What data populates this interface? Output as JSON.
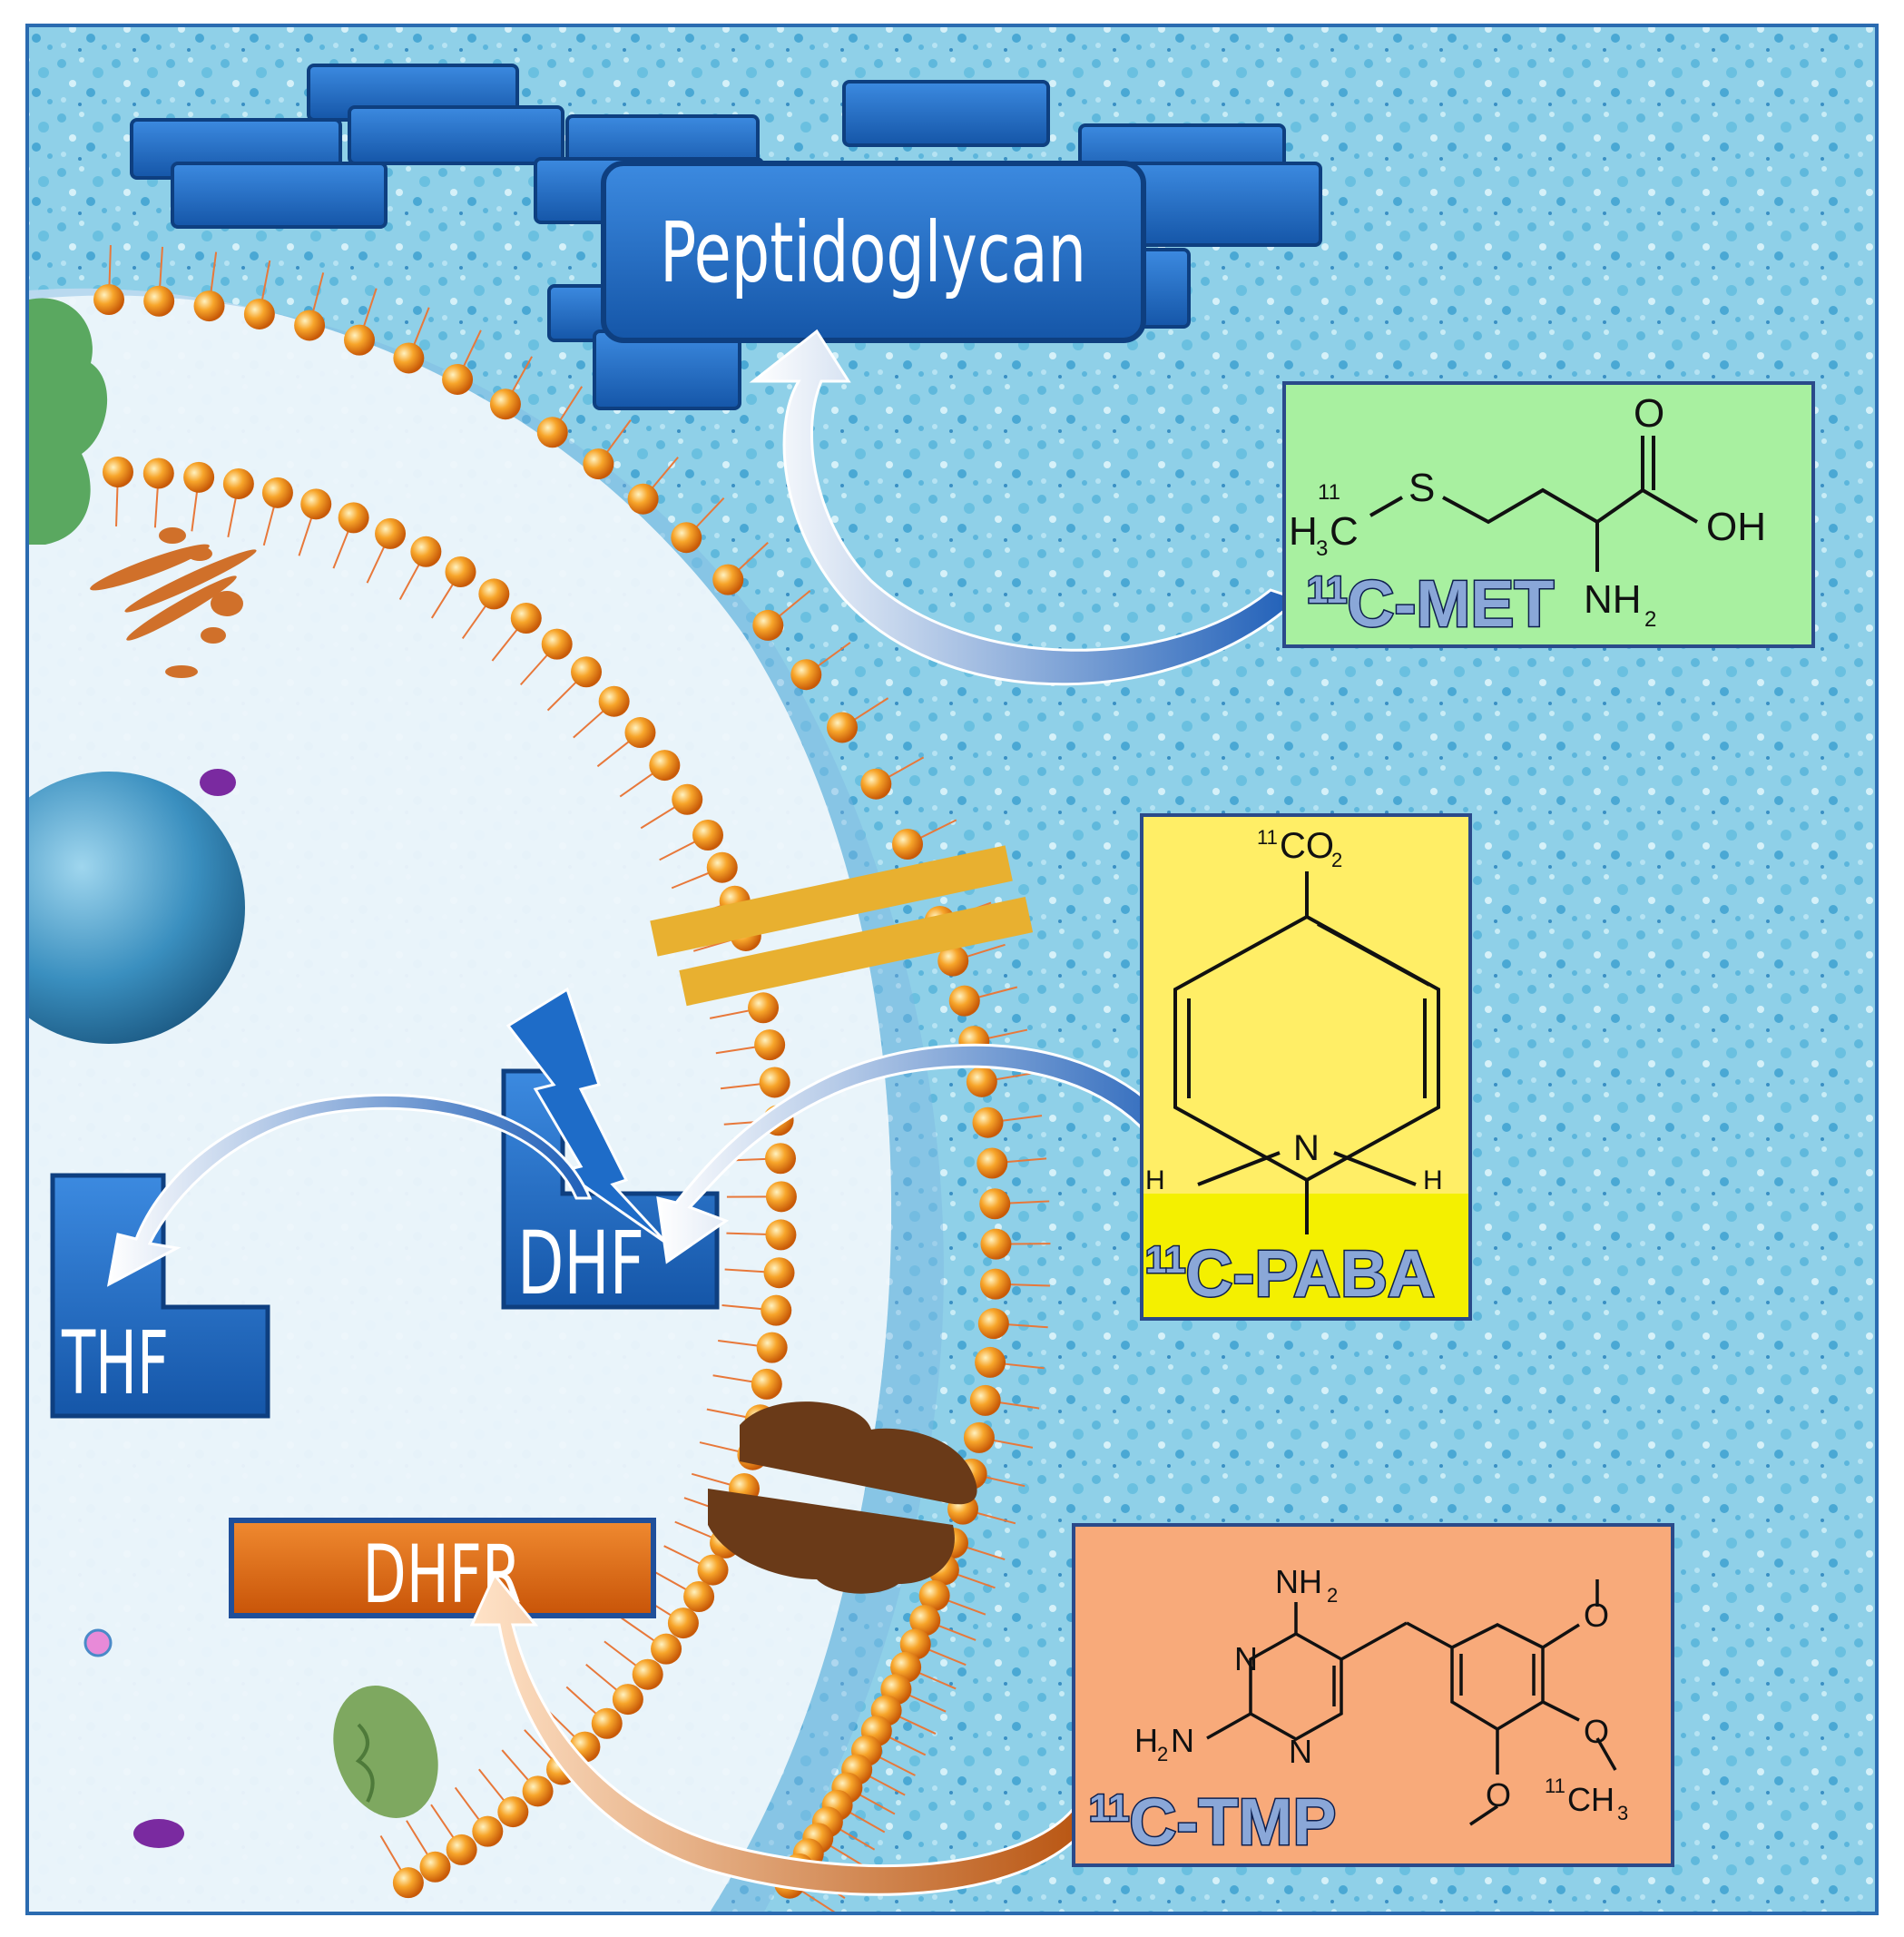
{
  "diagram": {
    "labels": {
      "peptidoglycan": "Peptidoglycan",
      "dhf": "DHF",
      "thf": "THF",
      "dhfr": "DHFR"
    },
    "tracers": {
      "met": {
        "name_sup": "11",
        "name_main": "C-MET",
        "color": "#a8f0a0",
        "structure_text": {
          "h3c_sup": "11",
          "h": "H",
          "h_sub": "3",
          "c": "C",
          "s": "S",
          "o": "O",
          "oh": "OH",
          "nh2": "NH",
          "nh2_sub": "2"
        }
      },
      "paba": {
        "name_sup": "11",
        "name_main": "C-PABA",
        "color": "#ffee66",
        "structure_text": {
          "co2_sup": "11",
          "co2": "CO",
          "co2_sub": "2",
          "n": "N",
          "h_left": "H",
          "h_right": "H"
        }
      },
      "tmp": {
        "name_sup": "11",
        "name_main": "C-TMP",
        "color": "#f8aa7a",
        "structure_text": {
          "nh2_top": "NH",
          "nh2_top_sub": "2",
          "n1": "N",
          "n2": "N",
          "h2n": "H",
          "h2n_sub": "2",
          "h2n_n": "N",
          "o1": "O",
          "o2": "O",
          "o3": "O",
          "ch3_sup": "11",
          "ch3": "CH",
          "ch3_sub": "3"
        }
      }
    },
    "colors": {
      "background": "#8fd0e8",
      "blue_box": "#1e6cc8",
      "dhfr_box": "#e86a10",
      "lipid_head": "#f39a1e",
      "arrow_blue": "#2a6fc9",
      "arrow_orange": "#d46a1a"
    }
  }
}
